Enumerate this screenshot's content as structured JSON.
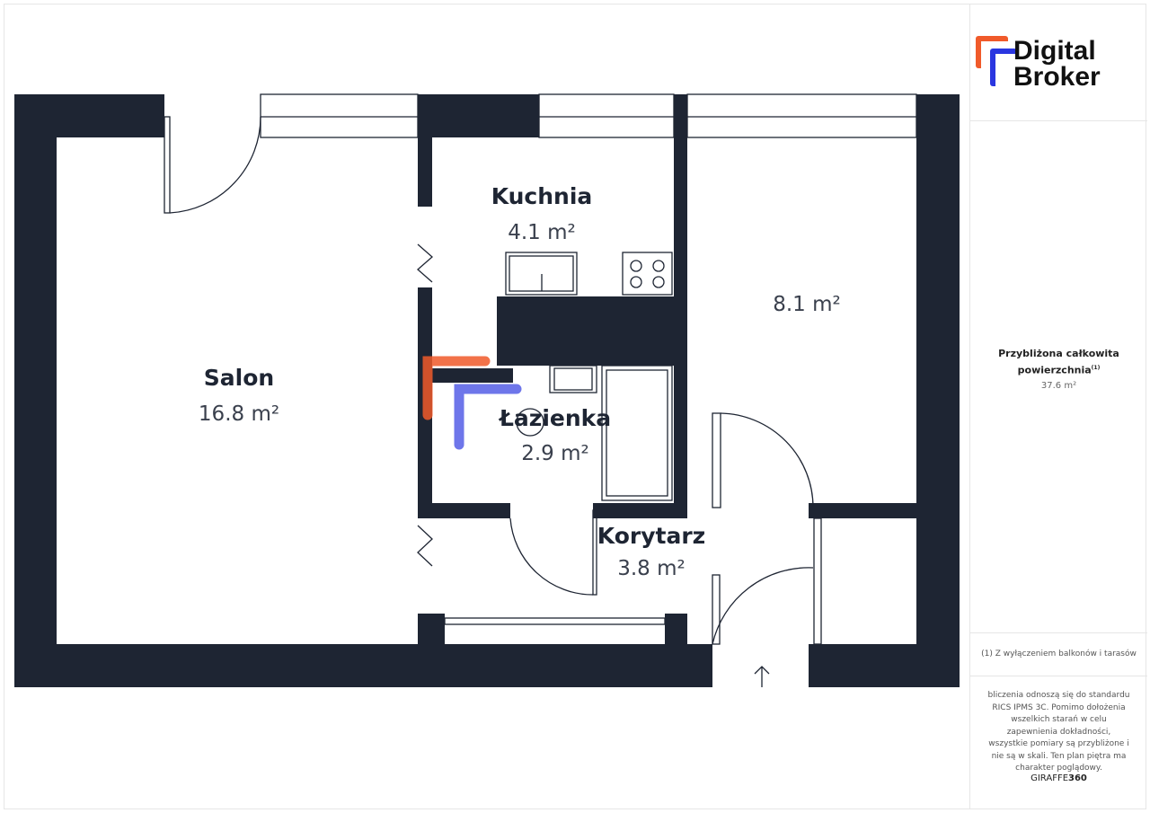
{
  "brand": {
    "line1": "Digital",
    "line2": "Broker"
  },
  "rooms": [
    {
      "name": "Salon",
      "area": "16.8 m²"
    },
    {
      "name": "Kuchnia",
      "area": "4.1 m²"
    },
    {
      "name": "",
      "area": "8.1 m²"
    },
    {
      "name": "Łazienka",
      "area": "2.9 m²"
    },
    {
      "name": "Korytarz",
      "area": "3.8 m²"
    }
  ],
  "summary": {
    "title_line1": "Przybliżona całkowita",
    "title_line2": "powierzchnia",
    "footnote_mark": "(1)",
    "total": "37.6 m²"
  },
  "footnote": "(1) Z wyłączeniem balkonów i tarasów",
  "disclaimer": "bliczenia odnoszą się do standardu RICS IPMS 3C. Pomimo dołożenia wszelkich starań w celu zapewnienia dokładności, wszystkie pomiary są przybliżone i nie są w skali. Ten plan piętra ma charakter poglądowy.",
  "provider": {
    "part1": "GIRAFFE",
    "part2": "360"
  },
  "colors": {
    "wall": "#1e2533",
    "accent_orange": "#f05a2a",
    "accent_blue": "#2a36e0"
  }
}
